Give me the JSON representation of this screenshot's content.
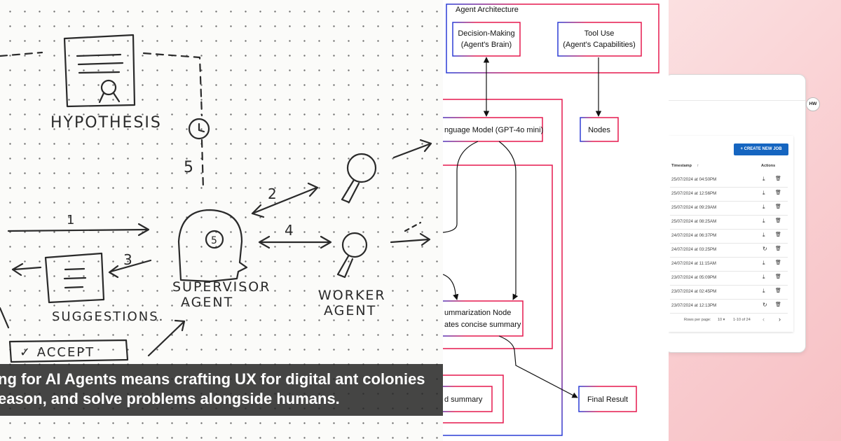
{
  "sketch": {
    "labels": {
      "hypothesis": "HYPOTHESIS",
      "supervisor_1": "SUPERVISOR",
      "supervisor_2": "AGENT",
      "worker_1": "WORKER",
      "worker_2": "AGENT",
      "suggestions": "SUGGESTIONS.",
      "accept": "✓ ACCEPT",
      "num_5_face": "5",
      "num_5_side": "5",
      "num_2": "2",
      "num_3": "3",
      "num_4": "4",
      "num_1": "1"
    },
    "caption": {
      "line1": "ng for AI Agents means crafting UX for digital ant colonies",
      "line2": "eason, and solve problems alongside humans."
    }
  },
  "diagram": {
    "title": "Agent Architecture",
    "decision_1": "Decision-Making",
    "decision_2": "(Agent's Brain)",
    "tool_1": "Tool Use",
    "tool_2": "(Agent's Capabilities)",
    "llm": "nguage Model (GPT-4o mini)",
    "nodes": "Nodes",
    "summ_1": "ummarization Node",
    "summ_2": "ates concise summary",
    "summary": "d summary",
    "final": "Final Result",
    "colors": {
      "border_red": "#e5194e",
      "border_blue": "#2b3dd6"
    }
  },
  "jobs": {
    "avatar": "HW",
    "create_button": "+ CREATE NEW JOB",
    "col_timestamp": "Timestamp",
    "sort_icon": "↑",
    "col_actions": "Actions",
    "rows": [
      {
        "ts": "25/07/2024 at 04:50PM",
        "action": "download-icon"
      },
      {
        "ts": "25/07/2024 at 12:56PM",
        "action": "download-icon"
      },
      {
        "ts": "25/07/2024 at 09:29AM",
        "action": "download-icon"
      },
      {
        "ts": "25/07/2024 at 08:25AM",
        "action": "download-icon"
      },
      {
        "ts": "24/07/2024 at 06:37PM",
        "action": "download-icon"
      },
      {
        "ts": "24/07/2024 at 03:25PM",
        "action": "refresh-icon"
      },
      {
        "ts": "24/07/2024 at 11:15AM",
        "action": "download-icon"
      },
      {
        "ts": "23/07/2024 at 05:09PM",
        "action": "download-icon"
      },
      {
        "ts": "23/07/2024 at 02:45PM",
        "action": "download-icon"
      },
      {
        "ts": "23/07/2024 at 12:13PM",
        "action": "refresh-icon"
      }
    ],
    "rows_per_page_label": "Rows per page:",
    "rows_per_page": "10",
    "range": "1-10 of 24",
    "prev": "‹",
    "next": "›",
    "accent": "#1565c0"
  }
}
